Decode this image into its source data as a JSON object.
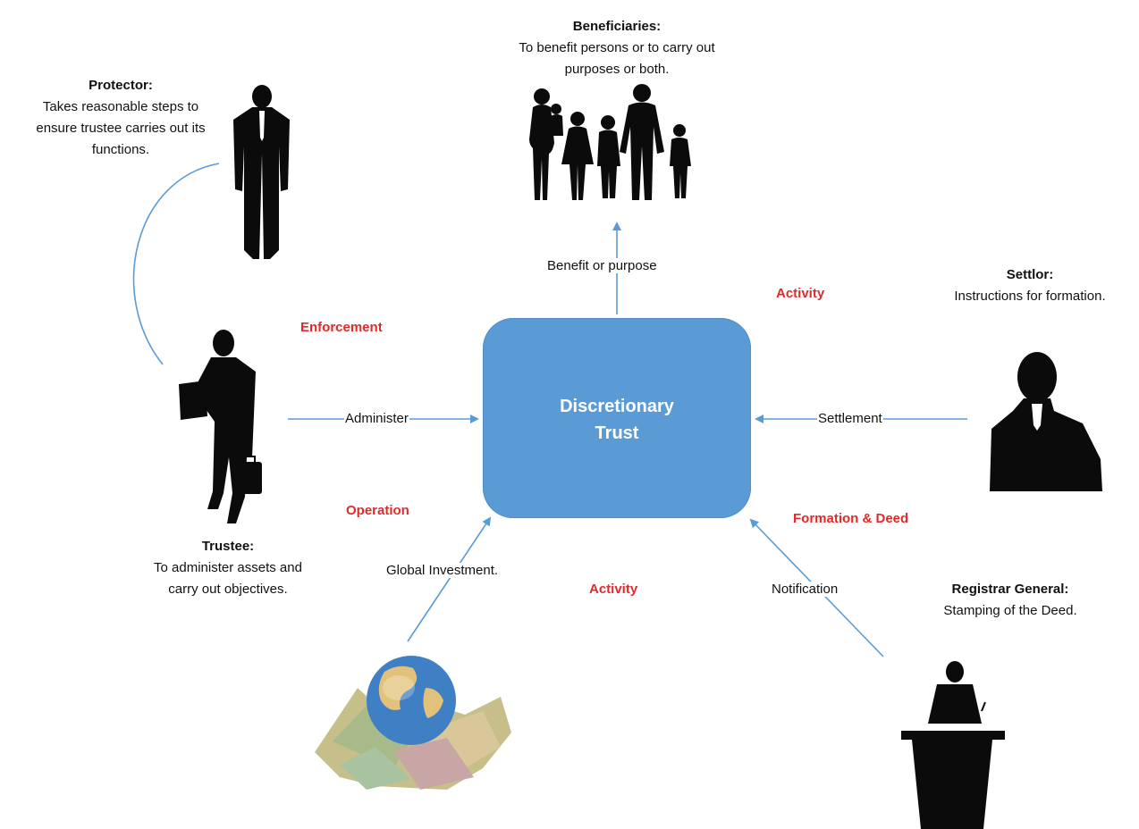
{
  "beneficiaries": {
    "title": "Beneficiaries:",
    "line1": "To benefit persons or to carry out",
    "line2": "purposes or both."
  },
  "protector": {
    "title": "Protector:",
    "line1": "Takes reasonable steps to",
    "line2": "ensure trustee carries out its",
    "line3": "functions."
  },
  "settlor": {
    "title": "Settlor:",
    "line1": "Instructions for formation."
  },
  "trustee": {
    "title": "Trustee:",
    "line1": "To administer assets and",
    "line2": "carry out objectives."
  },
  "registrar": {
    "title": "Registrar General:",
    "line1": "Stamping of the Deed."
  },
  "trust": {
    "line1": "Discretionary",
    "line2": "Trust"
  },
  "connectors": {
    "benefit": "Benefit or purpose",
    "administer": "Administer",
    "settlement": "Settlement",
    "global": "Global Investment.",
    "notification": "Notification"
  },
  "categories": {
    "activity_top": "Activity",
    "enforcement": "Enforcement",
    "operation": "Operation",
    "formation": "Formation & Deed",
    "activity_bottom": "Activity"
  },
  "colors": {
    "trust_box": "#5b9bd5",
    "arrow": "#5b9bd5",
    "category_text": "#e12a2a",
    "silhouette": "#0b0b0b"
  }
}
